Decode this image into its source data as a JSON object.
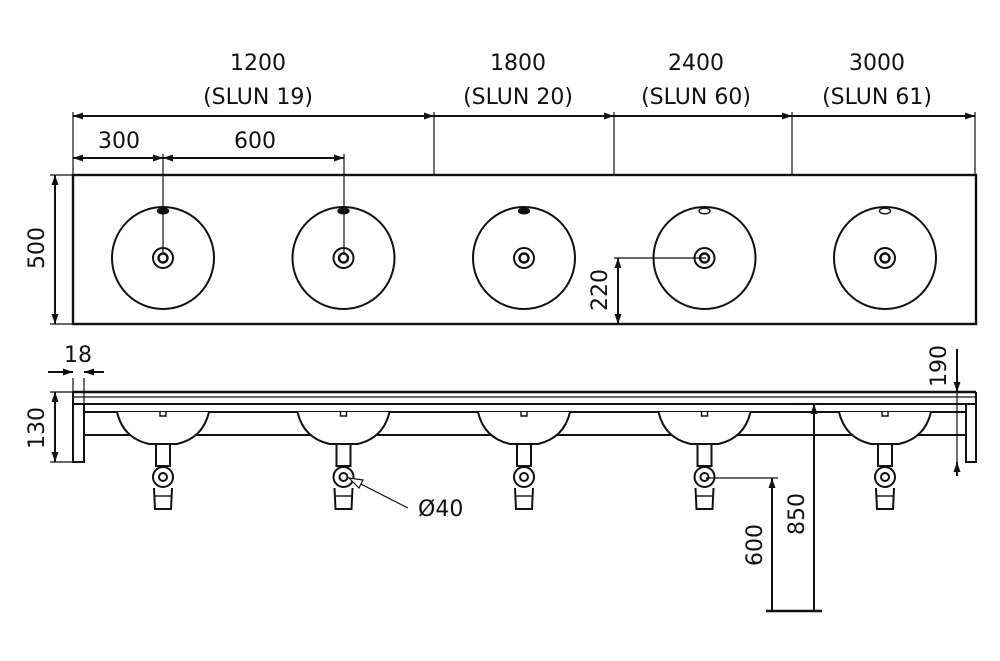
{
  "colors": {
    "ink": "#111111",
    "background": "#ffffff"
  },
  "top_dimensions": [
    {
      "value": "1200",
      "code": "(SLUN 19)"
    },
    {
      "value": "1800",
      "code": "(SLUN 20)"
    },
    {
      "value": "2400",
      "code": "(SLUN 60)"
    },
    {
      "value": "3000",
      "code": "(SLUN 61)"
    }
  ],
  "dimensions": {
    "first_basin_offset": "300",
    "basin_spacing": "600",
    "depth": "500",
    "center_to_front": "220",
    "rim_height_side": "18",
    "apron_height": "130",
    "back_upstand": "190",
    "tap_diameter": "Ø40",
    "tap_height": "600",
    "rim_height": "850"
  },
  "basins": {
    "count": 5,
    "kind": "round-bowl-with-drain"
  }
}
